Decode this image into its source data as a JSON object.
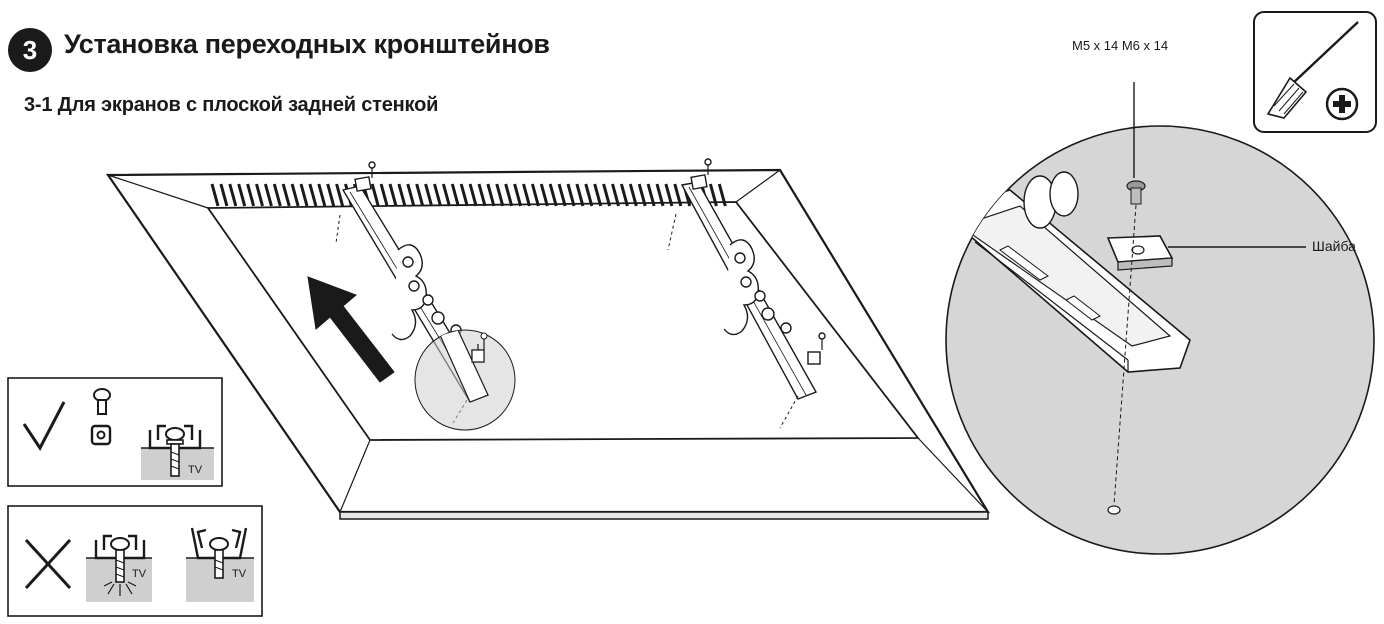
{
  "header": {
    "step_number": "3",
    "title": "Установка переходных кронштейнов",
    "subtitle": "3-1 Для экранов с плоской задней стенкой"
  },
  "callouts": {
    "screw_sizes": "M5 x 14  M6 x 14",
    "washer": "Шайба"
  },
  "legend": {
    "correct": {
      "symbol": "check",
      "tv_label": "TV"
    },
    "incorrect": {
      "symbol": "cross",
      "tv_label_1": "TV",
      "tv_label_2": "TV"
    }
  },
  "icons": {
    "tool": "phillips-screwdriver-icon",
    "tool_badge": "plus-icon"
  },
  "colors": {
    "ink": "#1a1a1a",
    "shade": "#cfcfcf",
    "panel": "#ffffff"
  }
}
